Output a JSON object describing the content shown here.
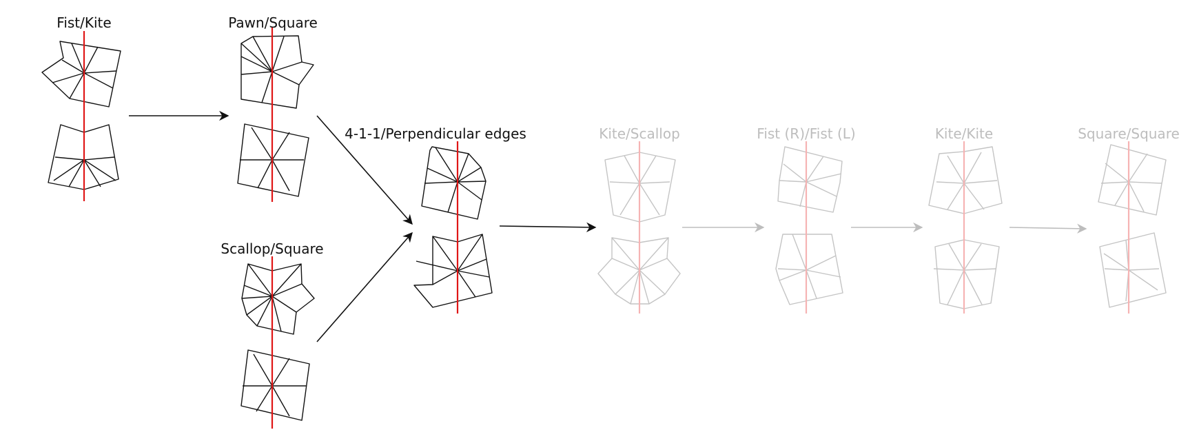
{
  "colors": {
    "active_stroke": "#111111",
    "faded_stroke": "#c4c4c4",
    "axis_active": "#e01616",
    "axis_faded": "#f6b3b3",
    "label_active": "#111111",
    "label_faded": "#bdbdbd"
  },
  "stages": [
    {
      "id": "fist-kite",
      "label": "Fist/Kite",
      "state": "active"
    },
    {
      "id": "pawn-square",
      "label": "Pawn/Square",
      "state": "active"
    },
    {
      "id": "scallop-square",
      "label": "Scallop/Square",
      "state": "active"
    },
    {
      "id": "4-1-1-perpendicular",
      "label": "4-1-1/Perpendicular edges",
      "state": "active"
    },
    {
      "id": "kite-scallop",
      "label": "Kite/Scallop",
      "state": "faded"
    },
    {
      "id": "fist-fist",
      "label": "Fist (R)/Fist (L)",
      "state": "faded"
    },
    {
      "id": "kite-kite",
      "label": "Kite/Kite",
      "state": "faded"
    },
    {
      "id": "square-square",
      "label": "Square/Square",
      "state": "faded"
    }
  ],
  "arrows": [
    {
      "from": "fist-kite",
      "to": "pawn-square",
      "state": "active"
    },
    {
      "from": "pawn-square",
      "to": "4-1-1-perpendicular",
      "state": "active"
    },
    {
      "from": "scallop-square",
      "to": "4-1-1-perpendicular",
      "state": "active"
    },
    {
      "from": "4-1-1-perpendicular",
      "to": "kite-scallop",
      "state": "active"
    },
    {
      "from": "kite-scallop",
      "to": "fist-fist",
      "state": "faded"
    },
    {
      "from": "fist-fist",
      "to": "kite-kite",
      "state": "faded"
    },
    {
      "from": "kite-kite",
      "to": "square-square",
      "state": "faded"
    }
  ]
}
